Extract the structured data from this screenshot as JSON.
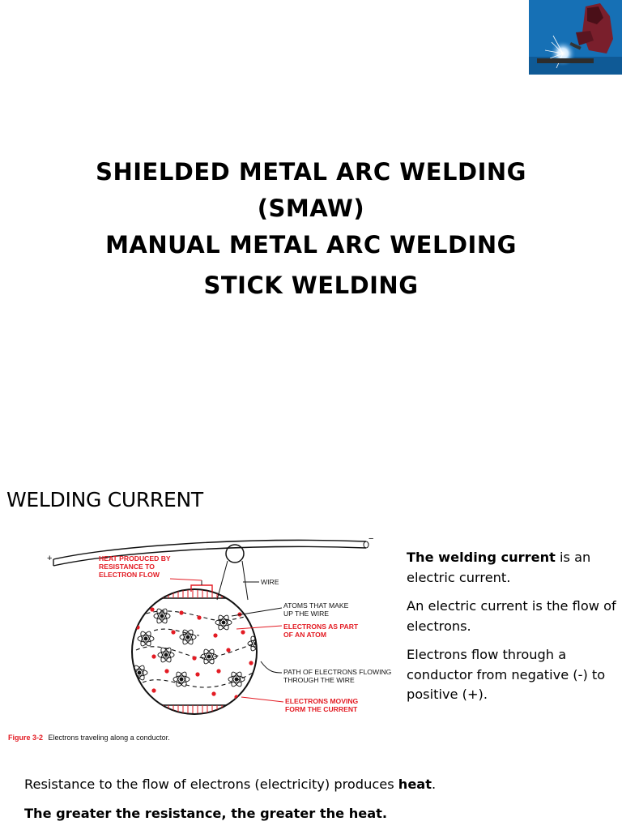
{
  "header_image": {
    "icon": "welder-photo-icon"
  },
  "titles": {
    "line1": "SHIELDED METAL ARC WELDING",
    "line2": "(SMAW)",
    "line3": "MANUAL METAL ARC WELDING",
    "line4": "STICK WELDING"
  },
  "section_heading": "WELDING CURRENT",
  "figure": {
    "labels": {
      "heat": [
        "HEAT PRODUCED BY",
        "RESISTANCE TO",
        "ELECTRON FLOW"
      ],
      "wire": "WIRE",
      "atoms": [
        "ATOMS THAT MAKE",
        "UP THE WIRE"
      ],
      "electrons_part": [
        "ELECTRONS AS PART",
        "OF AN ATOM"
      ],
      "path": [
        "PATH OF ELECTRONS FLOWING",
        "THROUGH THE WIRE"
      ],
      "electrons_moving": [
        "ELECTRONS MOVING",
        "FORM THE CURRENT"
      ],
      "plus": "+",
      "minus": "−"
    },
    "caption_label": "Figure 3-2",
    "caption_text": "Electrons traveling along a conductor.",
    "colors": {
      "red": "#e31b23"
    }
  },
  "description": {
    "p1_bold": "The welding current",
    "p1_rest": " is an electric current.",
    "p2": "An electric current is the flow of electrons.",
    "p3": "Electrons flow through a conductor from negative (-) to positive (+)."
  },
  "bottom": {
    "line1_text": "Resistance to the flow of electrons (electricity) produces ",
    "line1_bold": "heat",
    "line1_end": ".",
    "line2": "The greater the resistance, the greater the heat."
  }
}
